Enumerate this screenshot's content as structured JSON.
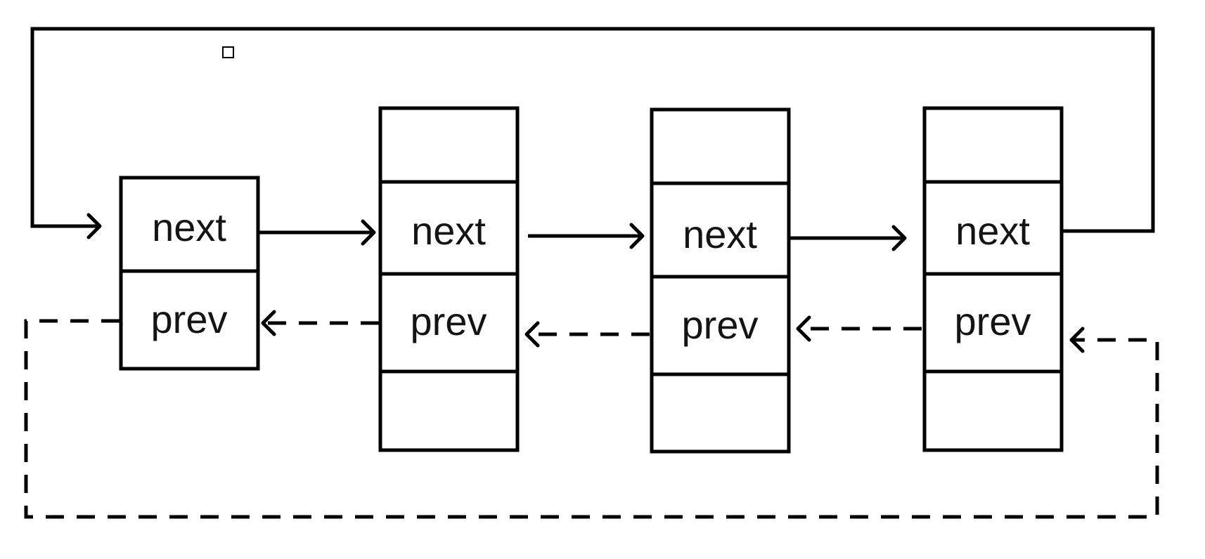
{
  "diagram": {
    "type": "circular doubly linked list",
    "nodes": [
      {
        "id": "node-1",
        "fields": [
          "next",
          "prev"
        ]
      },
      {
        "id": "node-2",
        "fields": [
          "",
          "next",
          "prev",
          ""
        ]
      },
      {
        "id": "node-3",
        "fields": [
          "",
          "next",
          "prev",
          ""
        ]
      },
      {
        "id": "node-4",
        "fields": [
          "",
          "next",
          "prev",
          ""
        ]
      }
    ],
    "links": {
      "next": [
        "node-1 -> node-2",
        "node-2 -> node-3",
        "node-3 -> node-4",
        "node-4 -> node-1"
      ],
      "prev": [
        "node-2 -> node-1",
        "node-3 -> node-2",
        "node-4 -> node-3",
        "node-1 -> node-4"
      ]
    },
    "line_styles": {
      "next": "solid",
      "prev": "dashed"
    },
    "colors": {
      "line": "#000000",
      "box_fill": "#ffffff",
      "text": "#141414"
    },
    "labels": {
      "n1_next": "next",
      "n1_prev": "prev",
      "n2_next": "next",
      "n2_prev": "prev",
      "n3_next": "next",
      "n3_prev": "prev",
      "n4_next": "next",
      "n4_prev": "prev"
    }
  }
}
